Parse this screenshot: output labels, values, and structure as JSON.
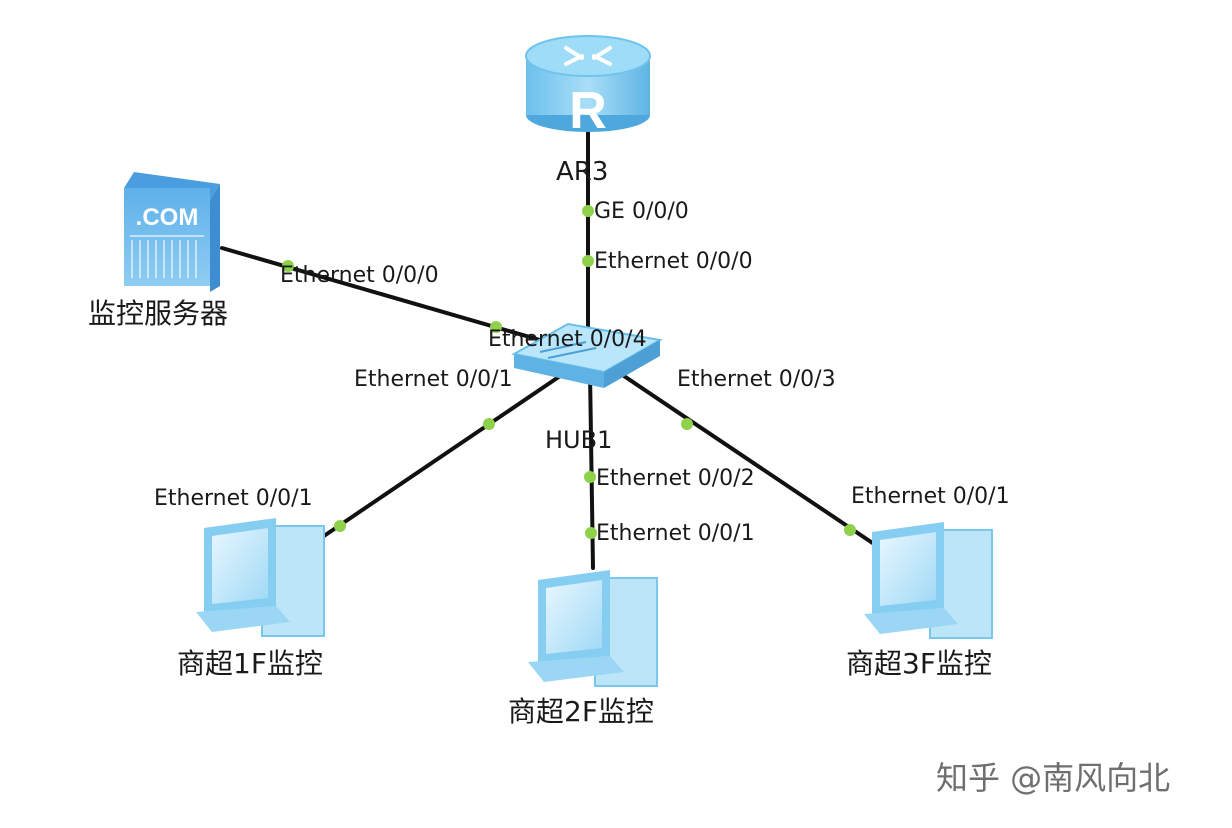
{
  "devices": {
    "router": {
      "name": "AR3"
    },
    "hub": {
      "name": "HUB1"
    },
    "server": {
      "name": "监控服务器",
      "badge": ".COM"
    },
    "pc1": {
      "name": "商超1F监控"
    },
    "pc2": {
      "name": "商超2F监控"
    },
    "pc3": {
      "name": "商超3F监控"
    }
  },
  "ports": {
    "router_ge": "GE 0/0/0",
    "hub_e0": "Ethernet 0/0/0",
    "server_e0": "Ethernet 0/0/0",
    "hub_e4": "Ethernet 0/0/4",
    "hub_e1": "Ethernet 0/0/1",
    "hub_e3": "Ethernet 0/0/3",
    "hub_e2": "Ethernet 0/0/2",
    "pc1_e1": "Ethernet 0/0/1",
    "pc2_e1": "Ethernet 0/0/1",
    "pc3_e1": "Ethernet 0/0/1"
  },
  "links": [
    {
      "from": "router",
      "to": "hub"
    },
    {
      "from": "server",
      "to": "hub"
    },
    {
      "from": "hub",
      "to": "pc1"
    },
    {
      "from": "hub",
      "to": "pc2"
    },
    {
      "from": "hub",
      "to": "pc3"
    }
  ],
  "watermark": "知乎 @南风向北",
  "colors": {
    "link": "#111111",
    "port_dot": "#8ed14a",
    "device_blue": "#7ccdf2"
  }
}
